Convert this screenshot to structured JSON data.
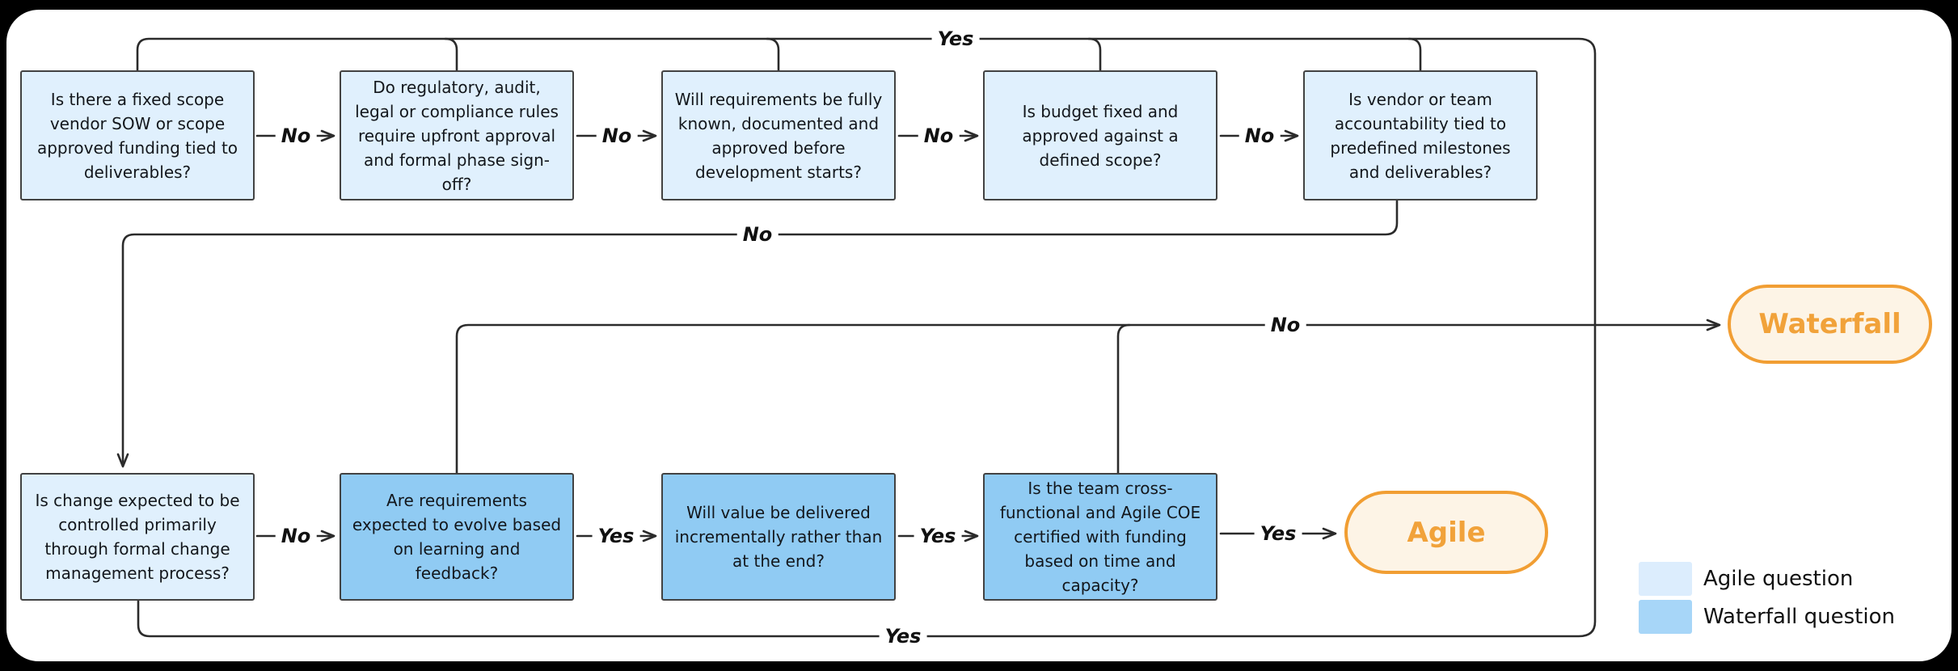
{
  "colors": {
    "background": "#000000",
    "canvas": "#ffffff",
    "wire": "#2b2b2b",
    "question_border": "#424242",
    "agile_question_fill": "#e0f0fd",
    "waterfall_question_fill": "#90cbf3",
    "outcome_border": "#f19e33",
    "outcome_fill": "#fdf4e6",
    "outcome_text": "#f1a23a",
    "label_text": "#111111"
  },
  "top_row": {
    "boxes": [
      {
        "text": "Is there a fixed scope vendor SOW or scope approved funding tied to deliverables?"
      },
      {
        "text": "Do regulatory, audit, legal or compliance rules require upfront approval and formal phase sign-off?"
      },
      {
        "text": "Will requirements be fully known, documented and approved before development starts?"
      },
      {
        "text": "Is budget fixed and approved against a defined scope?"
      },
      {
        "text": "Is vendor or team accountability tied to predefined milestones and deliverables?"
      }
    ]
  },
  "bottom_row": {
    "boxes": [
      {
        "text": "Is change expected to be controlled primarily through formal change management process?"
      },
      {
        "text": "Are requirements expected to evolve based on learning and feedback?"
      },
      {
        "text": "Will value be delivered incrementally rather than at the end?"
      },
      {
        "text": "Is the team cross-functional and Agile COE certified with funding based on time and capacity?"
      }
    ]
  },
  "outcomes": {
    "agile": "Agile",
    "waterfall": "Waterfall"
  },
  "edge_labels": {
    "top_rail_yes": "Yes",
    "top_gap_1": "No",
    "top_gap_2": "No",
    "top_gap_3": "No",
    "top_gap_4": "No",
    "milestones_to_change_no": "No",
    "no_rail_to_waterfall": "No",
    "bottom_gap_1": "No",
    "bottom_gap_2": "Yes",
    "bottom_gap_3": "Yes",
    "team_to_agile_yes": "Yes",
    "bottom_rail_yes": "Yes"
  },
  "legend": {
    "items": [
      {
        "label": "Agile question",
        "swatch_color": "#dcedfd"
      },
      {
        "label": "Waterfall question",
        "swatch_color": "#a7d6f8"
      }
    ]
  }
}
